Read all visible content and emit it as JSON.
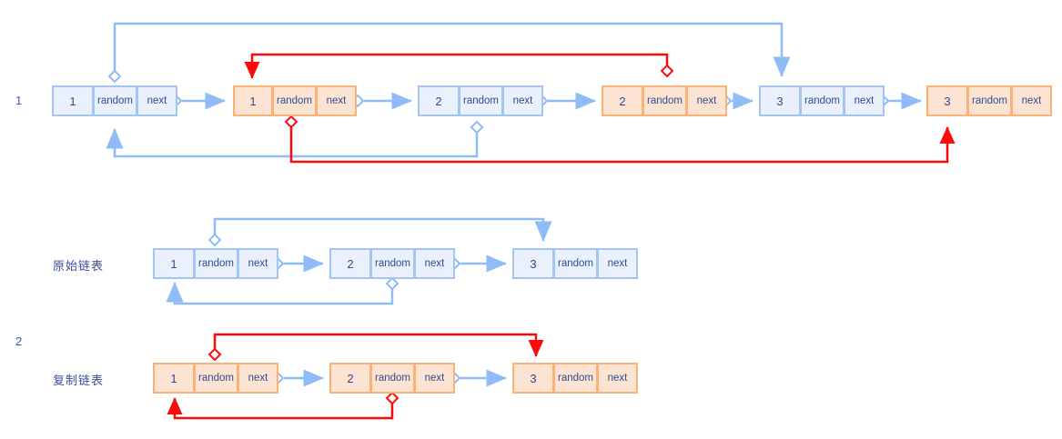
{
  "diagram": {
    "title": "copy-list-with-random-pointer",
    "colors": {
      "blue_border": "#a4c4f4",
      "blue_fill": "#eaf1fd",
      "blue_arrow": "#8fbcf7",
      "orange_border": "#f9b277",
      "orange_fill": "#fde3d2",
      "red_arrow": "#fb0b0b",
      "text": "#2f4b8f",
      "background": "#ffffff"
    },
    "cell_labels": {
      "random": "random",
      "next": "next"
    },
    "sections": [
      {
        "index_label": "1",
        "name": "interleaved-list",
        "caption": "",
        "nodes": [
          {
            "value": "1",
            "random": "random",
            "next": "next",
            "kind": "original"
          },
          {
            "value": "1",
            "random": "random",
            "next": "next",
            "kind": "copy"
          },
          {
            "value": "2",
            "random": "random",
            "next": "next",
            "kind": "original"
          },
          {
            "value": "2",
            "random": "random",
            "next": "next",
            "kind": "copy"
          },
          {
            "value": "3",
            "random": "random",
            "next": "next",
            "kind": "original"
          },
          {
            "value": "3",
            "random": "random",
            "next": "next",
            "kind": "copy"
          }
        ]
      },
      {
        "index_label": "2",
        "name": "split-lists",
        "lists": [
          {
            "caption": "原始链表",
            "kind": "original",
            "nodes": [
              {
                "value": "1",
                "random": "random",
                "next": "next"
              },
              {
                "value": "2",
                "random": "random",
                "next": "next"
              },
              {
                "value": "3",
                "random": "random",
                "next": "next"
              }
            ]
          },
          {
            "caption": "复制链表",
            "kind": "copy",
            "nodes": [
              {
                "value": "1",
                "random": "random",
                "next": "next"
              },
              {
                "value": "2",
                "random": "random",
                "next": "next"
              },
              {
                "value": "3",
                "random": "random",
                "next": "next"
              }
            ]
          }
        ]
      }
    ]
  }
}
